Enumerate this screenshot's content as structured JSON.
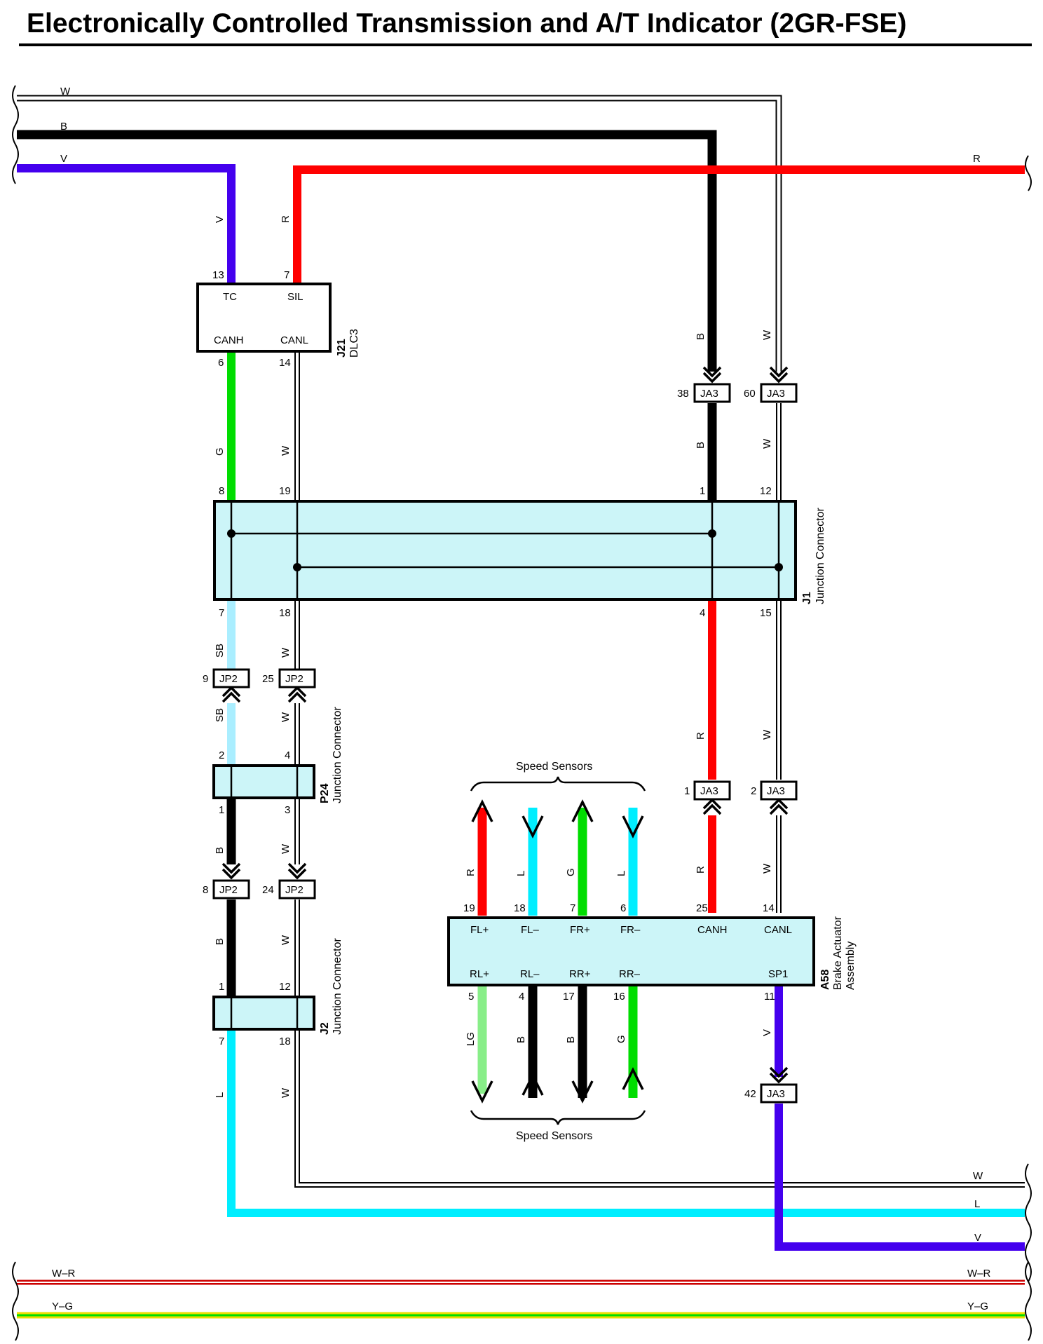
{
  "title": "Electronically Controlled Transmission and A/T Indicator (2GR-FSE)",
  "colors": {
    "W": "#ffffff",
    "B": "#000000",
    "V": "#4400ee",
    "R": "#ff0000",
    "G": "#00dd00",
    "SB": "#aaeeff",
    "L": "#00eeff",
    "LG": "#88ee88",
    "Y": "#eedd00",
    "box_fill": "#ccf5f8"
  },
  "wires": {
    "top_w": "W",
    "top_b": "B",
    "top_v": "V",
    "top_r": "R",
    "dlc_v": "V",
    "dlc_r": "R",
    "dlc_g": "G",
    "dlc_w": "W",
    "ja3_38_in": "B",
    "ja3_60_in": "W",
    "ja3_38_out": "B",
    "ja3_60_out": "W",
    "j1_7": "SB",
    "j1_18": "W",
    "jp2_9_out": "SB",
    "jp2_25_out": "W",
    "p24_1": "B",
    "p24_3": "W",
    "jp2_8_out": "B",
    "jp2_24_out": "W",
    "j2_7": "L",
    "j2_18": "W",
    "j1_4": "R",
    "j1_15": "W",
    "ja3_1_out": "R",
    "ja3_2_out": "W",
    "ss_r": "R",
    "ss_l1": "L",
    "ss_g": "G",
    "ss_l2": "L",
    "ss_lg": "LG",
    "ss_b1": "B",
    "ss_b2": "B",
    "ss_g2": "G",
    "sp1": "V",
    "bot_w": "W",
    "bot_l": "L",
    "bot_v": "V",
    "bot_wr": "W–R",
    "bot_yg": "Y–G"
  },
  "dlc3": {
    "code": "J21",
    "name": "DLC3",
    "pins": {
      "tc": "13",
      "sil": "7",
      "canh": "6",
      "canl": "14"
    },
    "labels": {
      "tc": "TC",
      "sil": "SIL",
      "canh": "CANH",
      "canl": "CANL"
    }
  },
  "ja3_top": {
    "code": "JA3",
    "pin_a": "38",
    "pin_b": "60"
  },
  "j1": {
    "code": "J1",
    "name": "Junction Connector",
    "pins": {
      "p8": "8",
      "p19": "19",
      "p1": "1",
      "p12": "12",
      "p7": "7",
      "p18": "18",
      "p4": "4",
      "p15": "15"
    }
  },
  "jp2_a": {
    "code": "JP2",
    "pin_a": "9",
    "pin_b": "25"
  },
  "p24": {
    "code": "P24",
    "name": "Junction Connector",
    "pins": {
      "p2": "2",
      "p4": "4",
      "p1": "1",
      "p3": "3"
    }
  },
  "jp2_b": {
    "code": "JP2",
    "pin_a": "8",
    "pin_b": "24"
  },
  "j2": {
    "code": "J2",
    "name": "Junction Connector",
    "pins": {
      "p1": "1",
      "p12": "12",
      "p7": "7",
      "p18": "18"
    }
  },
  "ja3_mid": {
    "code": "JA3",
    "pin_a": "1",
    "pin_b": "2"
  },
  "ja3_low": {
    "code": "JA3",
    "pin_a": "42"
  },
  "a58": {
    "code": "A58",
    "name_line1": "Brake Actuator",
    "name_line2": "Assembly",
    "top_pins": [
      "19",
      "18",
      "7",
      "6",
      "25",
      "14"
    ],
    "top_labels": [
      "FL+",
      "FL–",
      "FR+",
      "FR–",
      "CANH",
      "CANL"
    ],
    "bottom_pins": [
      "5",
      "4",
      "17",
      "16",
      "11"
    ],
    "bottom_labels": [
      "RL+",
      "RL–",
      "RR+",
      "RR–",
      "SP1"
    ]
  },
  "speed_sensors_top": "Speed Sensors",
  "speed_sensors_bottom": "Speed Sensors"
}
